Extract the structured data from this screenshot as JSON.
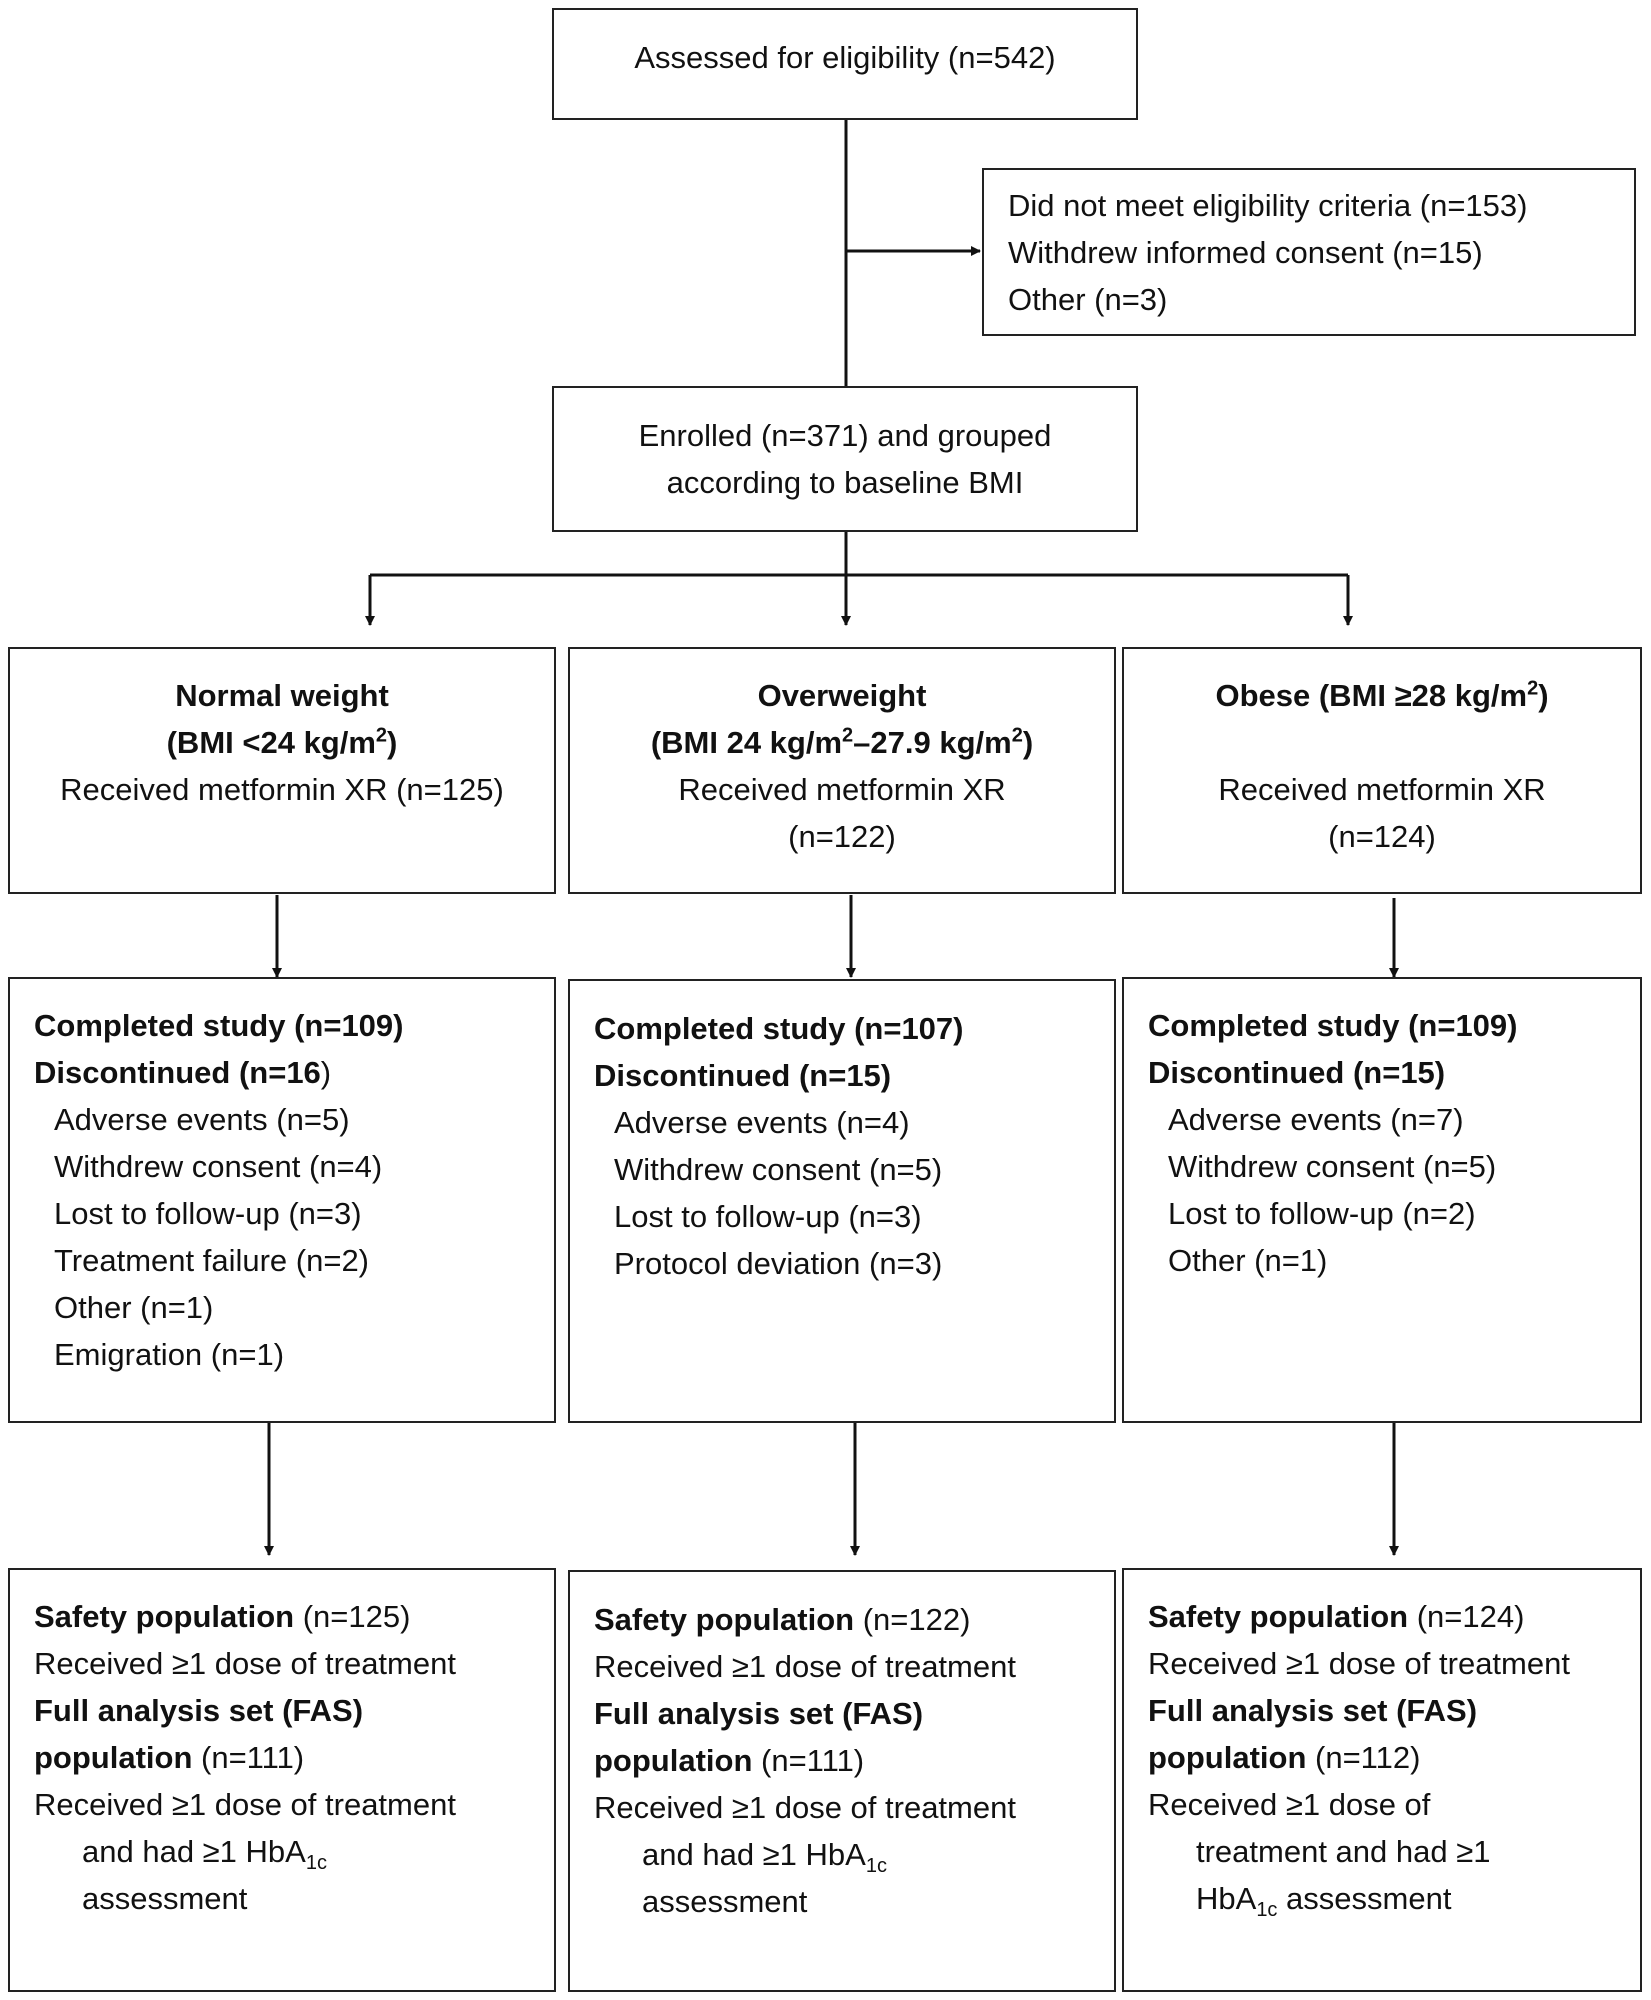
{
  "assessed": {
    "text": "Assessed for eligibility (n=542)"
  },
  "excluded": {
    "lines": [
      "Did not meet eligibility criteria (n=153)",
      "Withdrew informed consent (n=15)",
      "Other (n=3)"
    ]
  },
  "enrolled": {
    "line1": "Enrolled (n=371) and grouped",
    "line2": "according to baseline BMI"
  },
  "groups": [
    {
      "title": "Normal weight",
      "bmi_pre": "(BMI <24 kg/m",
      "bmi_sup": "2",
      "bmi_post": ")",
      "received": "Received metformin XR (n=125)",
      "completed": "Completed study (n=109)",
      "discontinued_pre": "Discontinued (n=16",
      "discontinued_post": ")",
      "reasons": [
        "Adverse events (n=5)",
        "Withdrew consent (n=4)",
        "Lost to follow-up (n=3)",
        "Treatment failure (n=2)",
        "Other (n=1)",
        "Emigration (n=1)"
      ],
      "safety_label": "Safety population",
      "safety_n": " (n=125)",
      "safety_desc": "Received ≥1 dose of treatment",
      "fas_label_1": "Full analysis set (FAS)",
      "fas_label_2": "population",
      "fas_n": " (n=111)",
      "fas_desc": [
        "Received  ≥1 dose of treatment",
        "and had ≥1 HbA",
        "1c",
        "",
        "assessment"
      ]
    },
    {
      "title": "Overweight",
      "bmi_pre": "(BMI 24 kg/m",
      "bmi_sup": "2",
      "bmi_mid": "–27.9 kg/m",
      "bmi_sup2": "2",
      "bmi_post": ")",
      "received_1": "Received metformin XR",
      "received_2": "(n=122)",
      "completed": "Completed study (n=107)",
      "discontinued": "Discontinued (n=15)",
      "reasons": [
        "Adverse events (n=4)",
        "Withdrew consent (n=5)",
        "Lost to follow-up (n=3)",
        "Protocol deviation (n=3)"
      ],
      "safety_label": "Safety population",
      "safety_n": " (n=122)",
      "safety_desc": "Received ≥1 dose of treatment",
      "fas_label_1": "Full analysis set (FAS)",
      "fas_label_2": "population",
      "fas_n": " (n=111)",
      "fas_desc": [
        "Received  ≥1 dose of treatment",
        "and had ≥1 HbA",
        "1c",
        "",
        "assessment"
      ]
    },
    {
      "title_pre": "Obese (BMI ≥28 kg/m",
      "title_sup": "2",
      "title_post": ")",
      "received_1": "Received metformin XR",
      "received_2": "(n=124)",
      "completed": "Completed study (n=109)",
      "discontinued": "Discontinued (n=15)",
      "reasons": [
        "Adverse events (n=7)",
        "Withdrew consent (n=5)",
        "Lost to follow-up (n=2)",
        "Other (n=1)"
      ],
      "safety_label": "Safety population",
      "safety_n": " (n=124)",
      "safety_desc": "Received ≥1 dose of treatment",
      "fas_label_1": "Full analysis set (FAS)",
      "fas_label_2": "population",
      "fas_n": " (n=112)",
      "fas_desc": [
        "Received  ≥1 dose of",
        "treatment and had ≥1",
        "HbA",
        "1c",
        " assessment"
      ]
    }
  ]
}
